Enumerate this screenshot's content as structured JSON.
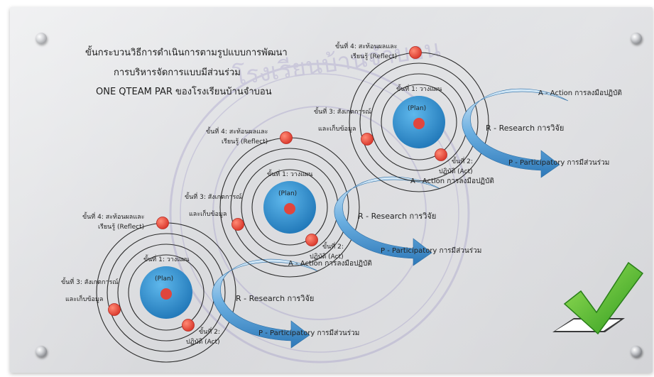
{
  "title": {
    "line1": "ขั้นกระบวนวิธีการดำเนินการตามรูปแบบการพัฒนา",
    "line2": "การบริหารจัดการแบบมีส่วนร่วม",
    "line3": "ONE QTEAM PAR ของโรงเรียนบ้านจำบอน"
  },
  "cycle": {
    "plan": "(Plan)",
    "step1": "ขั้นที่ 1: วางแผน",
    "step2_a": "ขั้นที่ 2:",
    "step2_b": "ปฏิบัติ (Act)",
    "step3_a": "ขั้นที่ 3: สังเกตการณ์",
    "step3_b": "และเก็บข้อมูล",
    "step4_a": "ขั้นที่ 4: สะท้อนผลและ",
    "step4_b": "เรียนรู้ (Reflect)"
  },
  "arrow": {
    "action": "A - Action การลงมือปฏิบัติ",
    "research": "R - Research การวิจัย",
    "participatory": "P - Participatory การมีส่วนร่วม"
  },
  "watermark": "โรงเรียนบ้านจำบอน",
  "colors": {
    "planet": "#2f8fd0",
    "core": "#e0463d",
    "node": "#e8503f",
    "arrow": "#3f8fd0",
    "check": "#3fb02a"
  }
}
